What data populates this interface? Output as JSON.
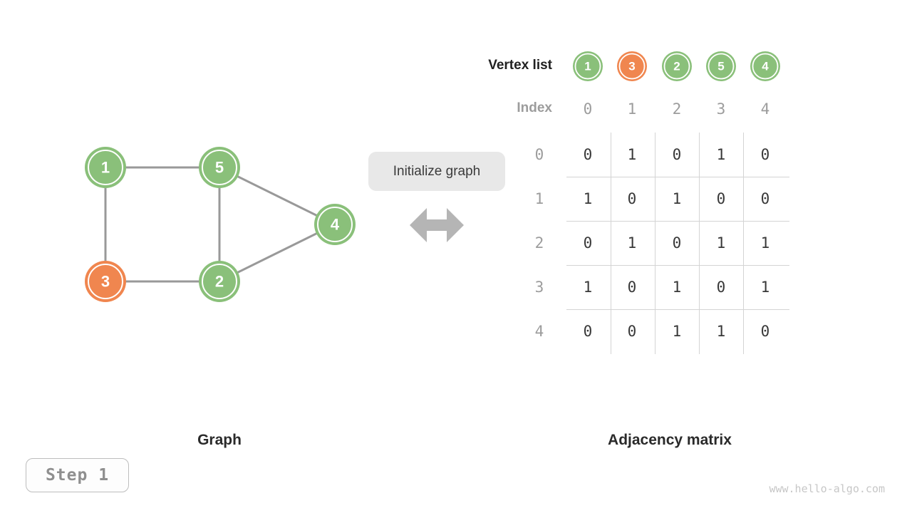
{
  "labels": {
    "vertex_list": "Vertex list",
    "index": "Index",
    "initialize": "Initialize graph",
    "graph_caption": "Graph",
    "matrix_caption": "Adjacency matrix",
    "step": "Step 1",
    "watermark": "www.hello-algo.com"
  },
  "colors": {
    "green": "#8AC07A",
    "orange": "#F0864F",
    "edge": "#999999",
    "arrow": "#b5b5b5",
    "ring": "#ffffff"
  },
  "graph": {
    "vertices": [
      {
        "label": "1",
        "state": "normal"
      },
      {
        "label": "5",
        "state": "normal"
      },
      {
        "label": "4",
        "state": "normal"
      },
      {
        "label": "3",
        "state": "highlighted"
      },
      {
        "label": "2",
        "state": "normal"
      }
    ],
    "edges": [
      [
        "1",
        "5"
      ],
      [
        "1",
        "3"
      ],
      [
        "5",
        "2"
      ],
      [
        "3",
        "2"
      ],
      [
        "5",
        "4"
      ],
      [
        "2",
        "4"
      ]
    ]
  },
  "vertex_list": [
    {
      "label": "1",
      "highlighted": false
    },
    {
      "label": "3",
      "highlighted": true
    },
    {
      "label": "2",
      "highlighted": false
    },
    {
      "label": "5",
      "highlighted": false
    },
    {
      "label": "4",
      "highlighted": false
    }
  ],
  "indices": [
    "0",
    "1",
    "2",
    "3",
    "4"
  ],
  "matrix": {
    "row_labels": [
      "0",
      "1",
      "2",
      "3",
      "4"
    ],
    "rows": [
      [
        "0",
        "1",
        "0",
        "1",
        "0"
      ],
      [
        "1",
        "0",
        "1",
        "0",
        "0"
      ],
      [
        "0",
        "1",
        "0",
        "1",
        "1"
      ],
      [
        "1",
        "0",
        "1",
        "0",
        "1"
      ],
      [
        "0",
        "0",
        "1",
        "1",
        "0"
      ]
    ]
  }
}
